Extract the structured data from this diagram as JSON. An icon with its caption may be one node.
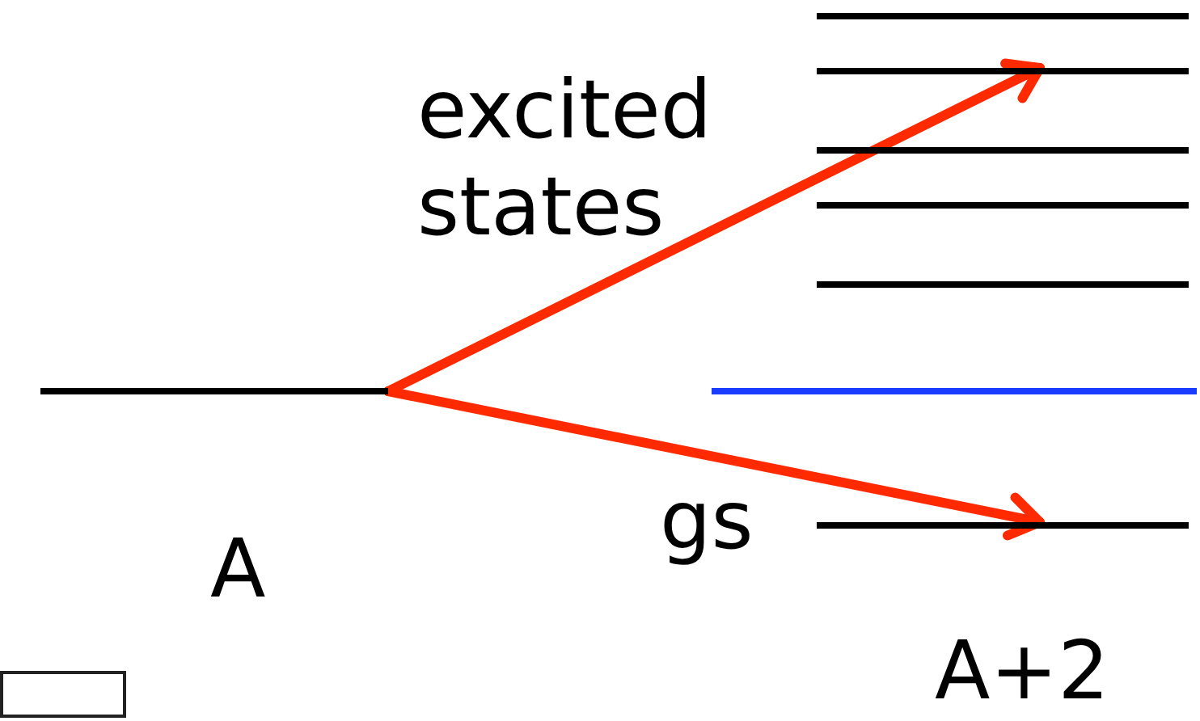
{
  "diagram": {
    "nodes": [
      {
        "text": [],
        "shape": "bar"
      },
      {
        "text": [],
        "shape": "bar"
      },
      {
        "text": [],
        "shape": "bar"
      },
      {
        "text": [],
        "shape": "bar"
      },
      {
        "text": [],
        "shape": "bar"
      },
      {
        "text": [],
        "shape": "bar"
      },
      {
        "text": [],
        "shape": "bar"
      },
      {
        "text": [],
        "shape": "bar"
      }
    ],
    "edges": [
      {
        "from": 0,
        "to": 2,
        "arrow": "to"
      },
      {
        "from": 0,
        "to": 7,
        "arrow": "to"
      }
    ],
    "labels": [
      "excited states",
      "gs",
      "A",
      "A+2"
    ]
  }
}
